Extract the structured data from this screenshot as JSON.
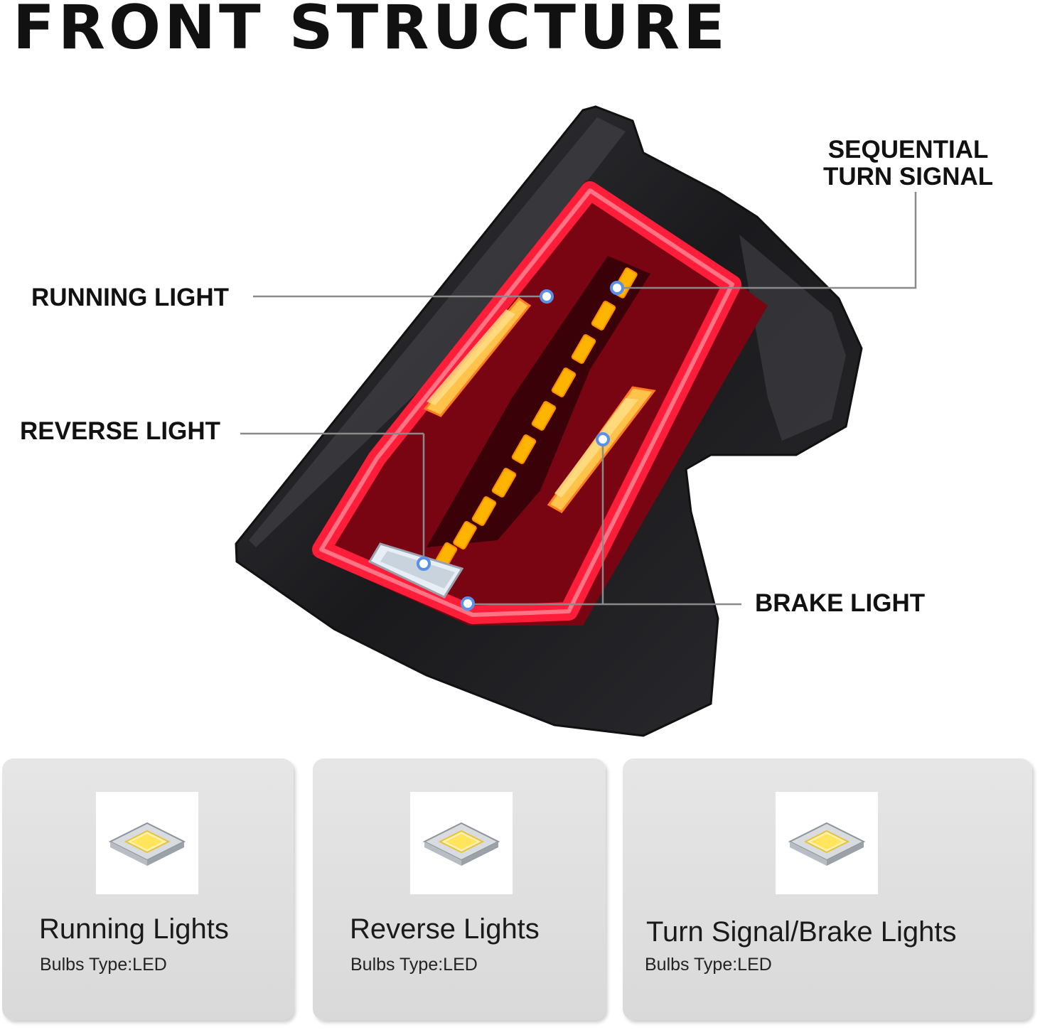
{
  "title": "FRONT STRUCTURE",
  "callouts": {
    "sequential_line1": "SEQUENTIAL",
    "sequential_line2": "TURN SIGNAL",
    "running": "RUNNING LIGHT",
    "reverse": "REVERSE LIGHT",
    "brake": "BRAKE LIGHT"
  },
  "cards": [
    {
      "name": "Running Lights",
      "bulb": "Bulbs Type:LED",
      "icon": "led-chip-icon"
    },
    {
      "name": "Reverse Lights",
      "bulb": "Bulbs Type:LED",
      "icon": "led-chip-icon"
    },
    {
      "name": "Turn Signal/Brake Lights",
      "bulb": "Bulbs Type:LED",
      "icon": "led-chip-icon"
    }
  ],
  "colors": {
    "lamp_red": "#e0102a",
    "amber": "#ffb400",
    "housing": "#1e1e22",
    "marker": "#5b8fe8"
  }
}
